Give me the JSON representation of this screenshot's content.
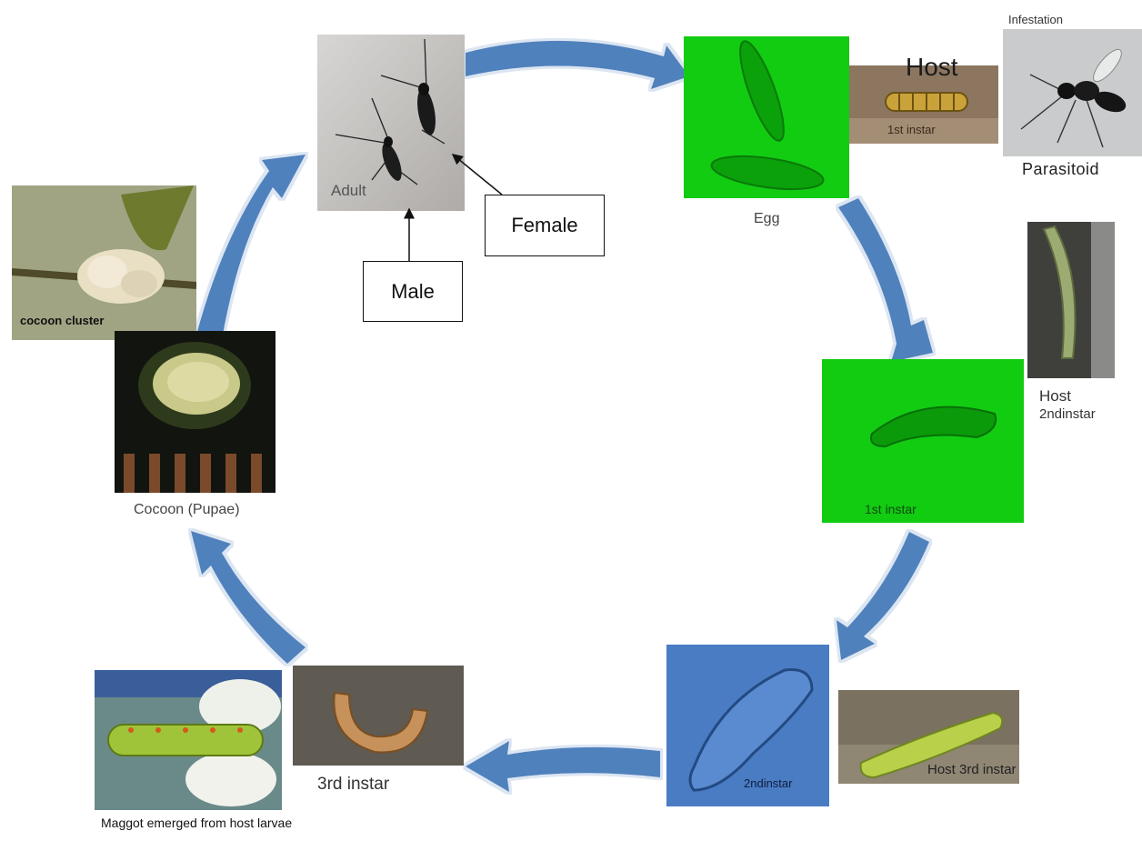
{
  "colors": {
    "arrow": "#4F81BD",
    "arrow_edge": "#D6E2F1",
    "green_panel": "#12CC12",
    "blue_panel": "#4A7CC4"
  },
  "stages": {
    "adult": "Adult",
    "egg": "Egg",
    "first_instar": "1st instar",
    "second_instar": "2ndinstar",
    "third_instar": "3rd instar",
    "cocoon": "Cocoon (Pupae)",
    "cocoon_cluster": "cocoon cluster",
    "maggot": "Maggot emerged from host larvae"
  },
  "callouts": {
    "female": "Female",
    "male": "Male"
  },
  "host": {
    "infestation": "Infestation",
    "host": "Host",
    "host_first_instar": "1st instar",
    "parasitoid": "Parasitoid",
    "host_second_line1": "Host",
    "host_second_line2": "2ndinstar",
    "host_third": "Host 3rd instar"
  }
}
